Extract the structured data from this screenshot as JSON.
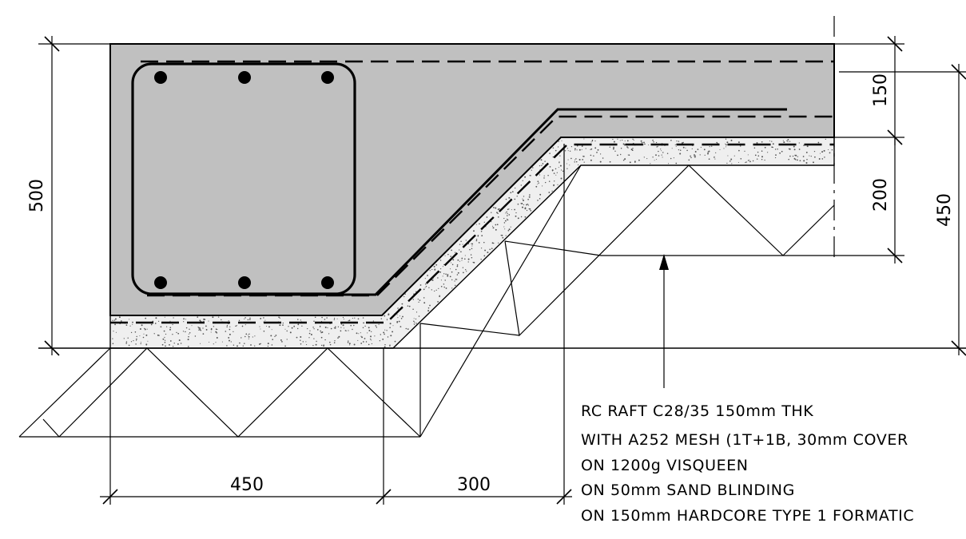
{
  "colors": {
    "concrete": "#c0c0c0",
    "sand_blinding": "#efefef",
    "line": "#000000",
    "background": "#ffffff"
  },
  "dimensions": {
    "overall_depth": "500",
    "slab_thickness": "150",
    "sand_and_step": "200",
    "total_right": "450",
    "beam_width": "450",
    "slope_width": "300"
  },
  "note": {
    "lines": [
      "RC RAFT C28/35 150mm THK",
      "WITH A252 MESH (1T+1B, 30mm COVER",
      "ON 1200g VISQUEEN",
      "ON 50mm SAND BLINDING",
      "ON 150mm HARDCORE TYPE 1 FORMATIC"
    ]
  }
}
